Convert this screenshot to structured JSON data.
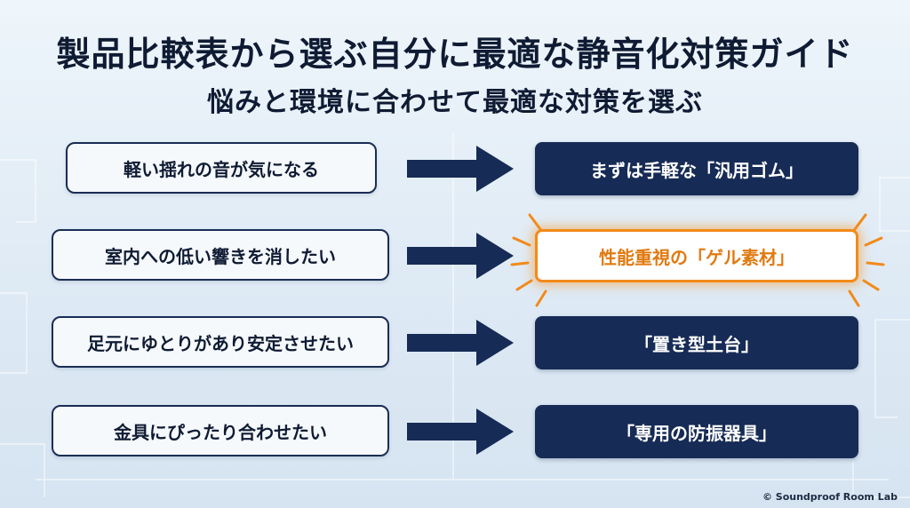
{
  "title": "製品比較表から選ぶ自分に最適な静音化対策ガイド",
  "subtitle": "悩みと環境に合わせて最適な対策を選ぶ",
  "rows": [
    {
      "problem": "軽い揺れの音が気になる",
      "solution": "まずは手軽な「汎用ゴム」"
    },
    {
      "problem": "室内への低い響きを消したい",
      "solution": "性能重視の「ゲル素材」"
    },
    {
      "problem": "足元にゆとりがあり安定させたい",
      "solution": "「置き型土台」"
    },
    {
      "problem": "金具にぴったり合わせたい",
      "solution": "「専用の防振器具」"
    }
  ],
  "highlight_index": 1,
  "colors": {
    "navy": "#162b55",
    "accent": "#f28a1a",
    "text": "#0f1b33"
  },
  "copyright": "© Soundproof Room Lab"
}
